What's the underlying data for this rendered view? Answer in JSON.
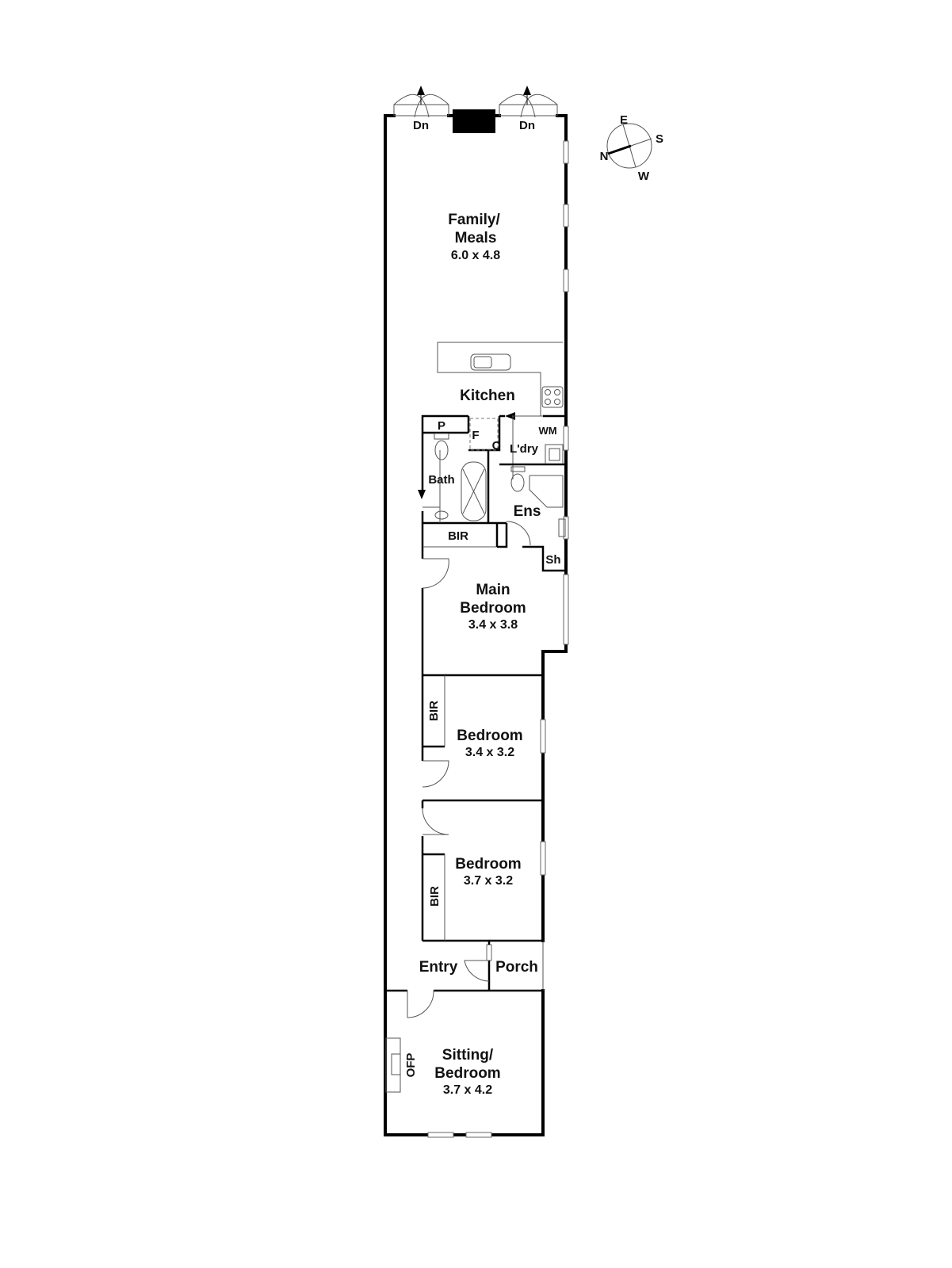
{
  "compass": {
    "n": "N",
    "e": "E",
    "s": "S",
    "w": "W"
  },
  "rooms": {
    "family": {
      "name1": "Family/",
      "name2": "Meals",
      "size": "6.0 x 4.8"
    },
    "kitchen": {
      "name": "Kitchen"
    },
    "pantry": {
      "name": "P"
    },
    "fridge": {
      "name": "F"
    },
    "cupboard": {
      "name": "C"
    },
    "laundry": {
      "name": "L'dry"
    },
    "washing_machine": {
      "name": "WM"
    },
    "bath": {
      "name": "Bath"
    },
    "ensuite": {
      "name": "Ens"
    },
    "bir_main": {
      "name": "BIR"
    },
    "shower_store": {
      "name": "Sh"
    },
    "main_bedroom": {
      "name1": "Main",
      "name2": "Bedroom",
      "size": "3.4 x 3.8"
    },
    "bedroom2": {
      "name": "Bedroom",
      "size": "3.4 x 3.2",
      "bir": "BIR"
    },
    "bedroom3": {
      "name": "Bedroom",
      "size": "3.7 x 3.2",
      "bir": "BIR"
    },
    "entry": {
      "name": "Entry"
    },
    "porch": {
      "name": "Porch"
    },
    "sitting": {
      "name1": "Sitting/",
      "name2": "Bedroom",
      "size": "3.7 x 4.2",
      "ofp": "OFP"
    }
  },
  "doors": {
    "down1": "Dn",
    "down2": "Dn"
  }
}
